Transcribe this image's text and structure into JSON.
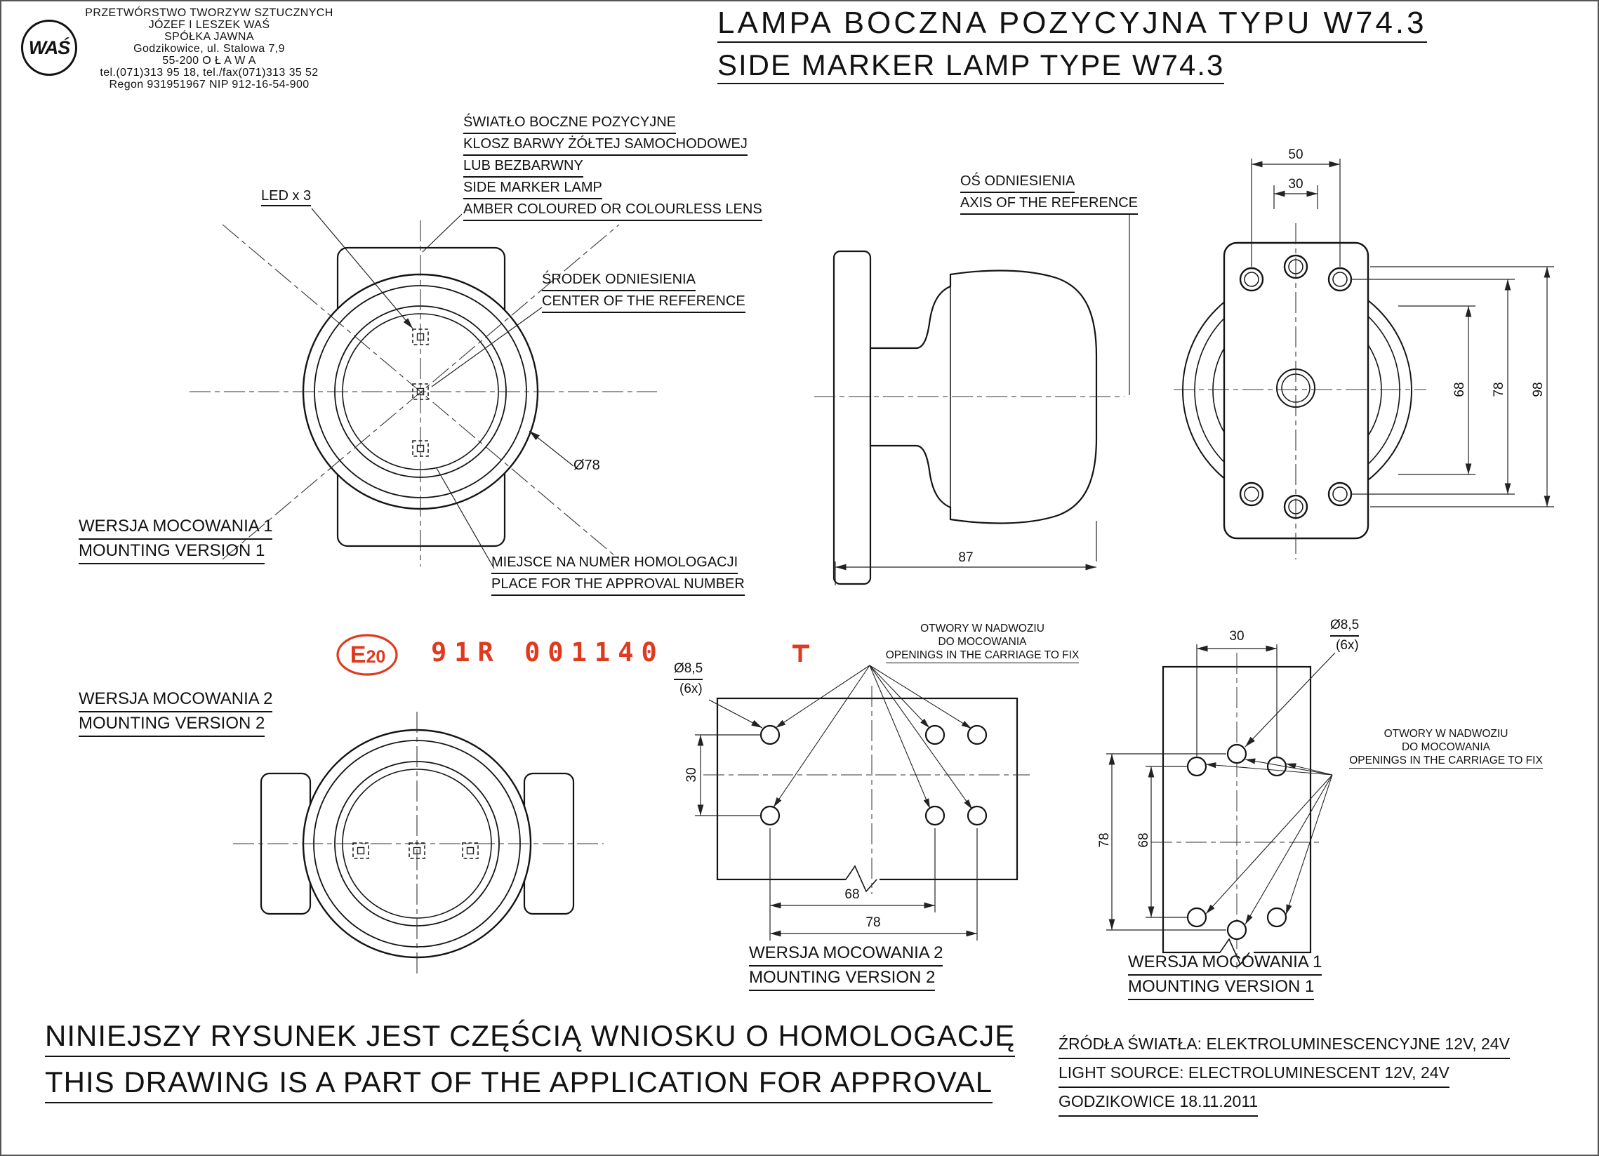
{
  "company": {
    "logo_text": "WAŚ",
    "lines": [
      "PRZETWÓRSTWO TWORZYW SZTUCZNYCH",
      "JÓZEF I LESZEK WAŚ",
      "SPÓŁKA JAWNA",
      "Godzikowice, ul. Stalowa 7,9",
      "55-200  O Ł A W A",
      "tel.(071)313 95 18, tel./fax(071)313 35 52",
      "Regon 931951967 NIP 912-16-54-900"
    ]
  },
  "title": {
    "pl": "LAMPA BOCZNA POZYCYJNA TYPU W74.3",
    "en": "SIDE MARKER LAMP TYPE W74.3"
  },
  "notes": {
    "lamp": [
      "ŚWIATŁO BOCZNE POZYCYJNE",
      "KLOSZ BARWY ŻÓŁTEJ SAMOCHODOWEJ",
      "LUB BEZBARWNY",
      "SIDE MARKER LAMP",
      "AMBER COLOURED OR COLOURLESS LENS"
    ],
    "led": "LED x 3",
    "center_pl": "ŚRODEK ODNIESIENIA",
    "center_en": "CENTER OF THE REFERENCE",
    "axis_pl": "OŚ ODNIESIENIA",
    "axis_en": "AXIS OF THE REFERENCE",
    "approval_pl": "MIEJSCE NA NUMER HOMOLOGACJI",
    "approval_en": "PLACE FOR THE APPROVAL NUMBER",
    "openings_pl1": "OTWORY W NADWOZIU",
    "openings_pl2": "DO MOCOWANIA",
    "openings_en": "OPENINGS IN THE CARRIAGE TO FIX",
    "mv1_pl": "WERSJA MOCOWANIA 1",
    "mv1_en": "MOUNTING VERSION 1",
    "mv2_pl": "WERSJA MOCOWANIA 2",
    "mv2_en": "MOUNTING VERSION 2"
  },
  "dims": {
    "d30": "30",
    "d50": "50",
    "d68": "68",
    "d78": "78",
    "d87": "87",
    "d98": "98",
    "dia78": "Ø78",
    "dia85": "Ø8,5",
    "count": "(6x)"
  },
  "stamp": {
    "e_letter": "E",
    "e_number": "20",
    "approval_number": "91R 001140"
  },
  "footer": {
    "note_pl": "NINIEJSZY RYSUNEK JEST CZĘŚCIĄ WNIOSKU O  HOMOLOGACJĘ",
    "note_en": "THIS DRAWING IS A PART OF THE APPLICATION FOR  APPROVAL",
    "light_pl": "ŹRÓDŁA ŚWIATŁA: ELEKTROLUMINESCENCYJNE  12V, 24V",
    "light_en": "LIGHT SOURCE: ELECTROLUMINESCENT  12V, 24V",
    "place_date": "GODZIKOWICE 18.11.2011"
  }
}
